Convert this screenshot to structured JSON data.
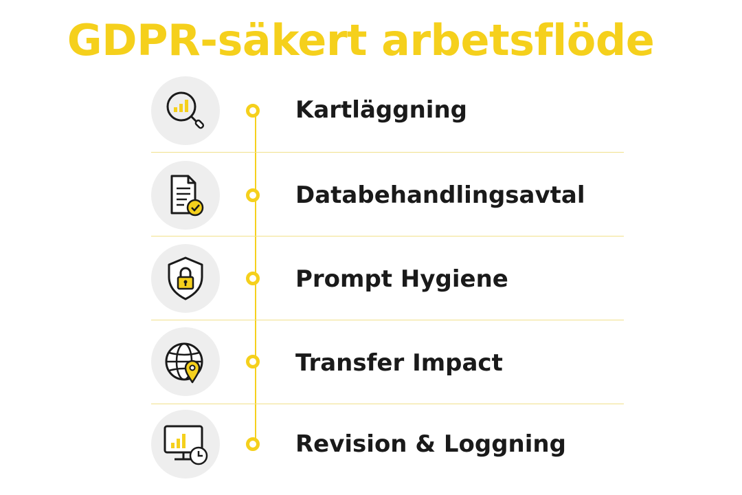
{
  "title": "GDPR-säkert arbetsflöde",
  "colors": {
    "accent": "#f5d01c",
    "text": "#1a1a1a",
    "icon_bg": "#eeeeee"
  },
  "steps": [
    {
      "label": "Kartläggning",
      "icon": "magnifier-chart-icon"
    },
    {
      "label": "Databehandlingsavtal",
      "icon": "document-check-icon"
    },
    {
      "label": "Prompt Hygiene",
      "icon": "shield-lock-icon"
    },
    {
      "label": "Transfer Impact",
      "icon": "globe-pin-icon"
    },
    {
      "label": "Revision & Loggning",
      "icon": "monitor-chart-clock-icon"
    }
  ]
}
